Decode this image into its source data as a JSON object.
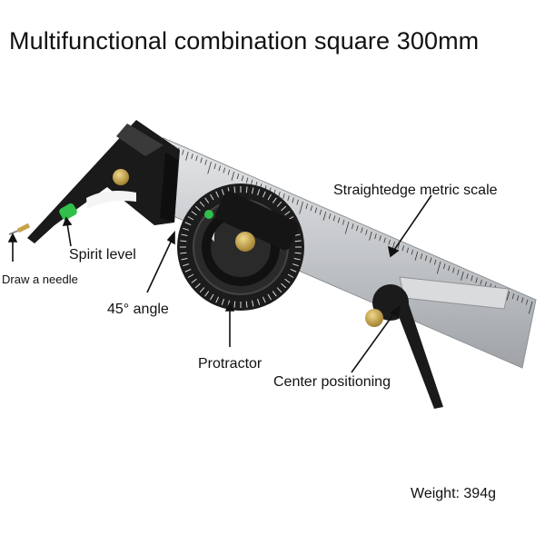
{
  "title": "Multifunctional combination square 300mm",
  "labels": {
    "straightedge": "Straightedge metric scale",
    "spirit_level": "Spirit level",
    "needle": "Draw a needle",
    "angle45": "45° angle",
    "protractor": "Protractor",
    "center": "Center positioning"
  },
  "weight": "Weight: 394g",
  "colors": {
    "blade": "#c9ccce",
    "head": "#1b1b1b",
    "brass": "#c6a24a",
    "vial": "#2fbf4a"
  }
}
